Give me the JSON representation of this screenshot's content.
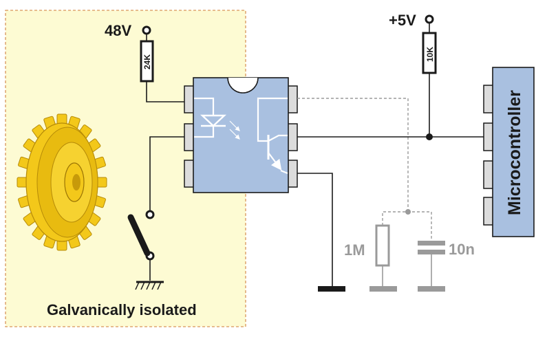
{
  "labels": {
    "supply_48v": "48V",
    "supply_5v": "+5V",
    "r_24k": "24K",
    "r_10k": "10K",
    "r_1m": "1M",
    "c_10n": "10n",
    "microcontroller": "Microcontroller",
    "isolated_zone": "Galvanically isolated"
  },
  "colors": {
    "isolated_fill": "#fdfbd3",
    "isolated_border": "#d8955a",
    "optocoupler_fill": "#a9c0e0",
    "mcu_fill": "#a9c0e0",
    "pin_fill": "#dcdcdc",
    "wire": "#1a1a1a",
    "dashed_wire": "#9a9a9a",
    "grey_parts": "#9a9a9a",
    "gear": "#f3c81a",
    "gear_dark": "#c79a0a"
  },
  "icons": [
    "gear-icon",
    "switch-icon",
    "ground-icon",
    "led-icon",
    "phototransistor-icon"
  ]
}
